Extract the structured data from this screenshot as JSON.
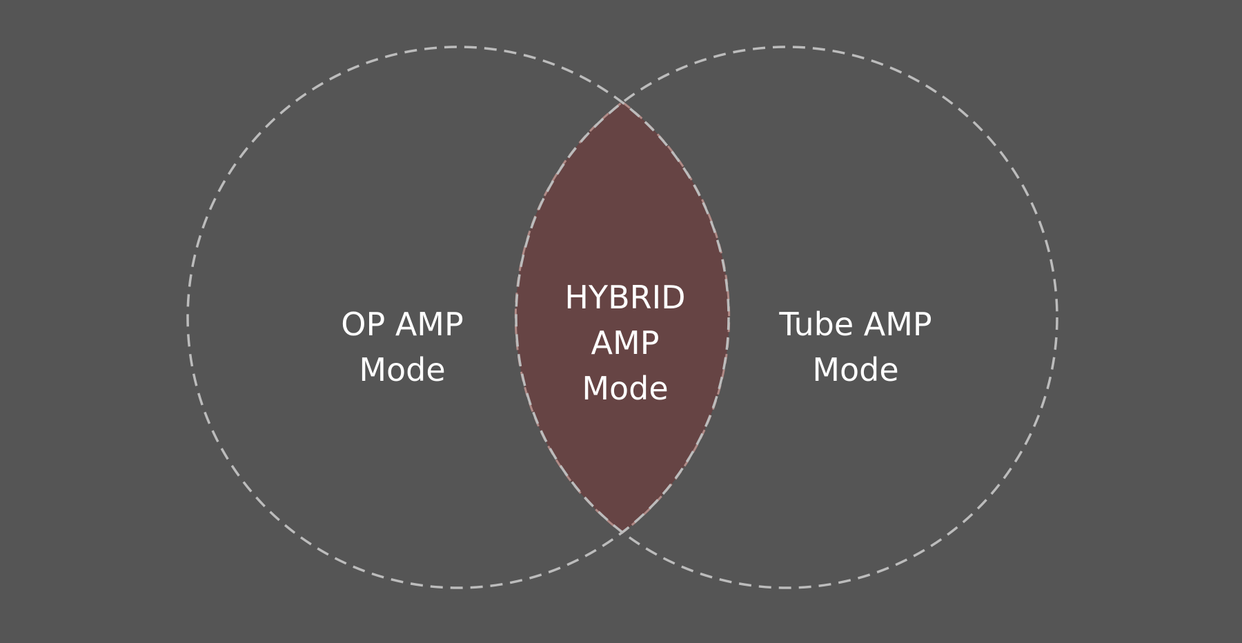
{
  "diagram": {
    "colors": {
      "background": "#555555",
      "circle_stroke": "#bcbcbc",
      "intersection_fill": "#664444",
      "intersection_stroke": "#b08a86",
      "label_text": "#ffffff"
    },
    "left_set": {
      "line1": "OP AMP",
      "line2": "Mode"
    },
    "intersection": {
      "line1": "HYBRID",
      "line2": "AMP",
      "line3": "Mode"
    },
    "right_set": {
      "line1": "Tube AMP",
      "line2": "Mode"
    }
  }
}
